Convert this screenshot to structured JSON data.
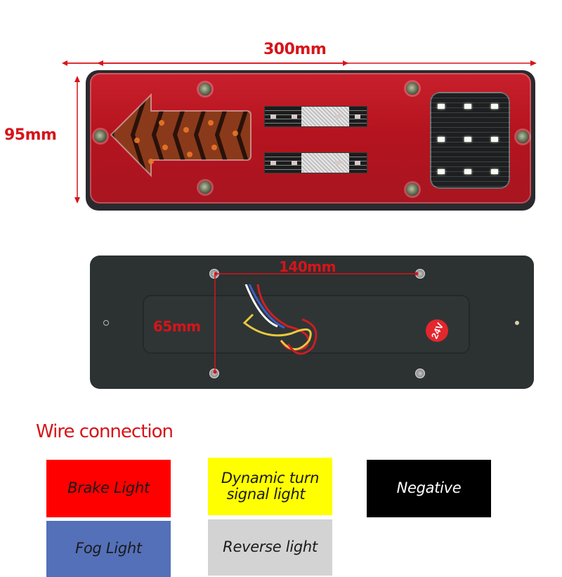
{
  "dimensions": {
    "width_label": "300mm",
    "height_label": "95mm",
    "mount_width_label": "140mm",
    "mount_height_label": "65mm"
  },
  "back_plate": {
    "voltage_badge": "24V"
  },
  "wire_connection": {
    "title": "Wire connection",
    "wires": [
      {
        "label": "Brake Light",
        "color": "#ff0000",
        "text_color": "#1a1a1a"
      },
      {
        "label_line1": "Dynamic turn",
        "label_line2": "signal light",
        "color": "#ffff00",
        "text_color": "#1a1a1a"
      },
      {
        "label": "Negative",
        "color": "#000000",
        "text_color": "#ffffff"
      },
      {
        "label": "Fog Light",
        "color": "#5470b8",
        "text_color": "#1a1a1a"
      },
      {
        "label": "Reverse light",
        "color": "#d3d3d3",
        "text_color": "#1a1a1a"
      }
    ]
  },
  "colors": {
    "dimension_red": "#d7141a",
    "lens_red": "#b5141f",
    "plate_dark": "#2c3131"
  }
}
